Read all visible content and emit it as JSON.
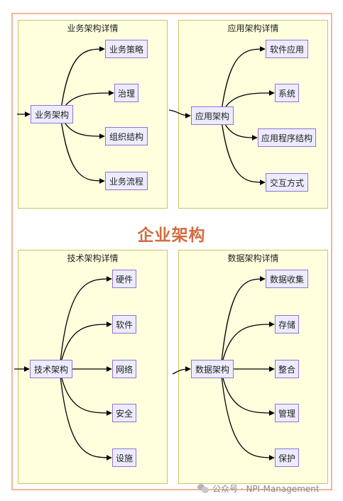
{
  "diagram": {
    "title": "企业架构",
    "groups": [
      {
        "id": "business",
        "title": "业务架构详情",
        "root": "业务架构",
        "children": [
          "业务策略",
          "治理",
          "组织结构",
          "业务流程"
        ]
      },
      {
        "id": "application",
        "title": "应用架构详情",
        "root": "应用架构",
        "children": [
          "软件应用",
          "系统",
          "应用程序结构",
          "交互方式"
        ]
      },
      {
        "id": "technology",
        "title": "技术架构详情",
        "root": "技术架构",
        "children": [
          "硬件",
          "软件",
          "网络",
          "安全",
          "设施"
        ]
      },
      {
        "id": "data",
        "title": "数据架构详情",
        "root": "数据架构",
        "children": [
          "数据收集",
          "存储",
          "整合",
          "管理",
          "保护"
        ]
      }
    ]
  },
  "watermark": {
    "text": "公众号 · NPI-Management"
  },
  "colors": {
    "group_fill": "#ffffde",
    "group_border": "#c6c66a",
    "node_fill": "#ececff",
    "node_border": "#9370db",
    "title": "#d36b3f",
    "frame": "#f0b79a",
    "edge": "#000000"
  }
}
